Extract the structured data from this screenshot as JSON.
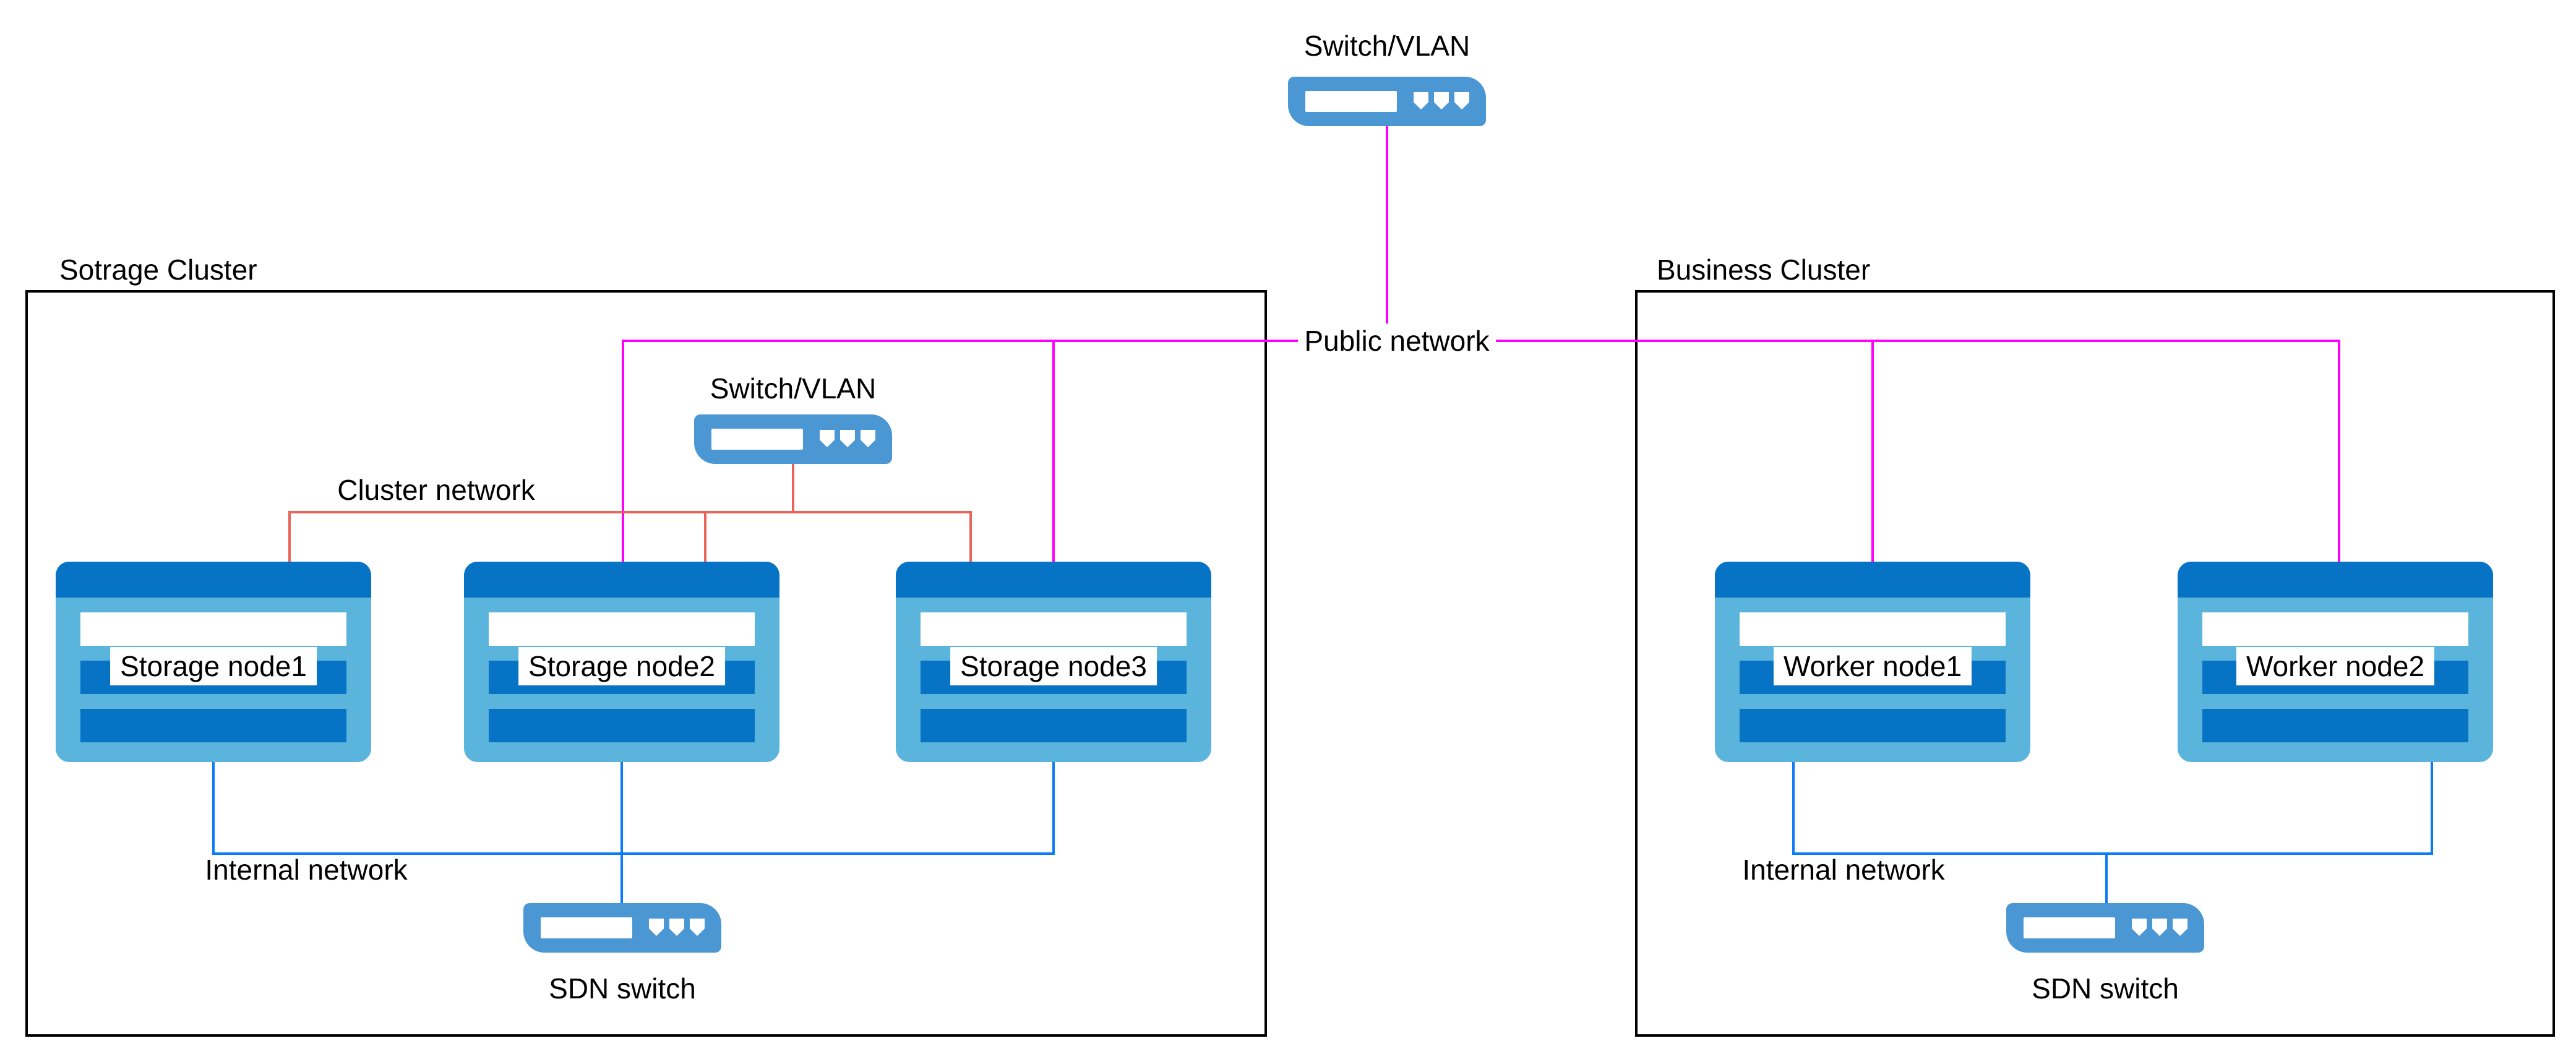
{
  "colors": {
    "node_dark": "#0673C5",
    "node_light": "#5BB4DC",
    "switch_blue": "#4B97D3",
    "public_line": "#FF00FF",
    "cluster_line": "#E9655C",
    "internal_line": "#0C7CF2",
    "box_border": "#000000",
    "text": "#000000",
    "bg": "#FFFFFF"
  },
  "top_switch": {
    "label": "Switch/VLAN"
  },
  "public_network": {
    "label": "Public network"
  },
  "storage_cluster": {
    "title": "Sotrage Cluster",
    "switch_label": "Switch/VLAN",
    "cluster_network_label": "Cluster network",
    "internal_network_label": "Internal network",
    "sdn_label": "SDN switch",
    "nodes": [
      "Storage node1",
      "Storage node2",
      "Storage node3"
    ]
  },
  "business_cluster": {
    "title": "Business Cluster",
    "internal_network_label": "Internal network",
    "sdn_label": "SDN switch",
    "nodes": [
      "Worker node1",
      "Worker node2"
    ]
  }
}
